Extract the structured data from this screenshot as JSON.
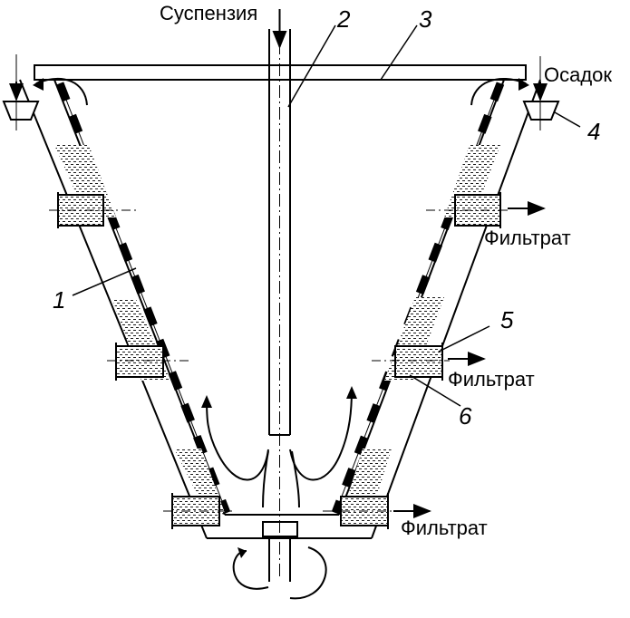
{
  "labels": {
    "suspension": "Суспензия",
    "sediment": "Осадок",
    "filtrate_top": "Фильтрат",
    "filtrate_mid": "Фильтрат",
    "filtrate_bottom": "Фильтрат"
  },
  "callouts": [
    "1",
    "2",
    "3",
    "4",
    "5",
    "6"
  ],
  "colors": {
    "line": "#000000",
    "fill": "#ffffff",
    "hatch": "#000000"
  }
}
